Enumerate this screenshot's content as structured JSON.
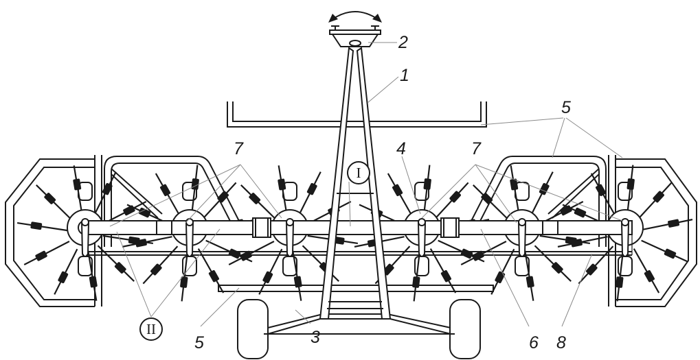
{
  "callouts": {
    "c1": "1",
    "c2": "2",
    "c3": "3",
    "c4": "4",
    "c5_top": "5",
    "c5_bottom": "5",
    "c6": "6",
    "c7_left": "7",
    "c7_right": "7",
    "c8": "8",
    "roman_one": "I",
    "roman_two": "II"
  },
  "colors": {
    "line": "#1a1a1a",
    "leader": "#8a8a8a",
    "background": "#ffffff"
  },
  "rotors": {
    "count": 6
  }
}
